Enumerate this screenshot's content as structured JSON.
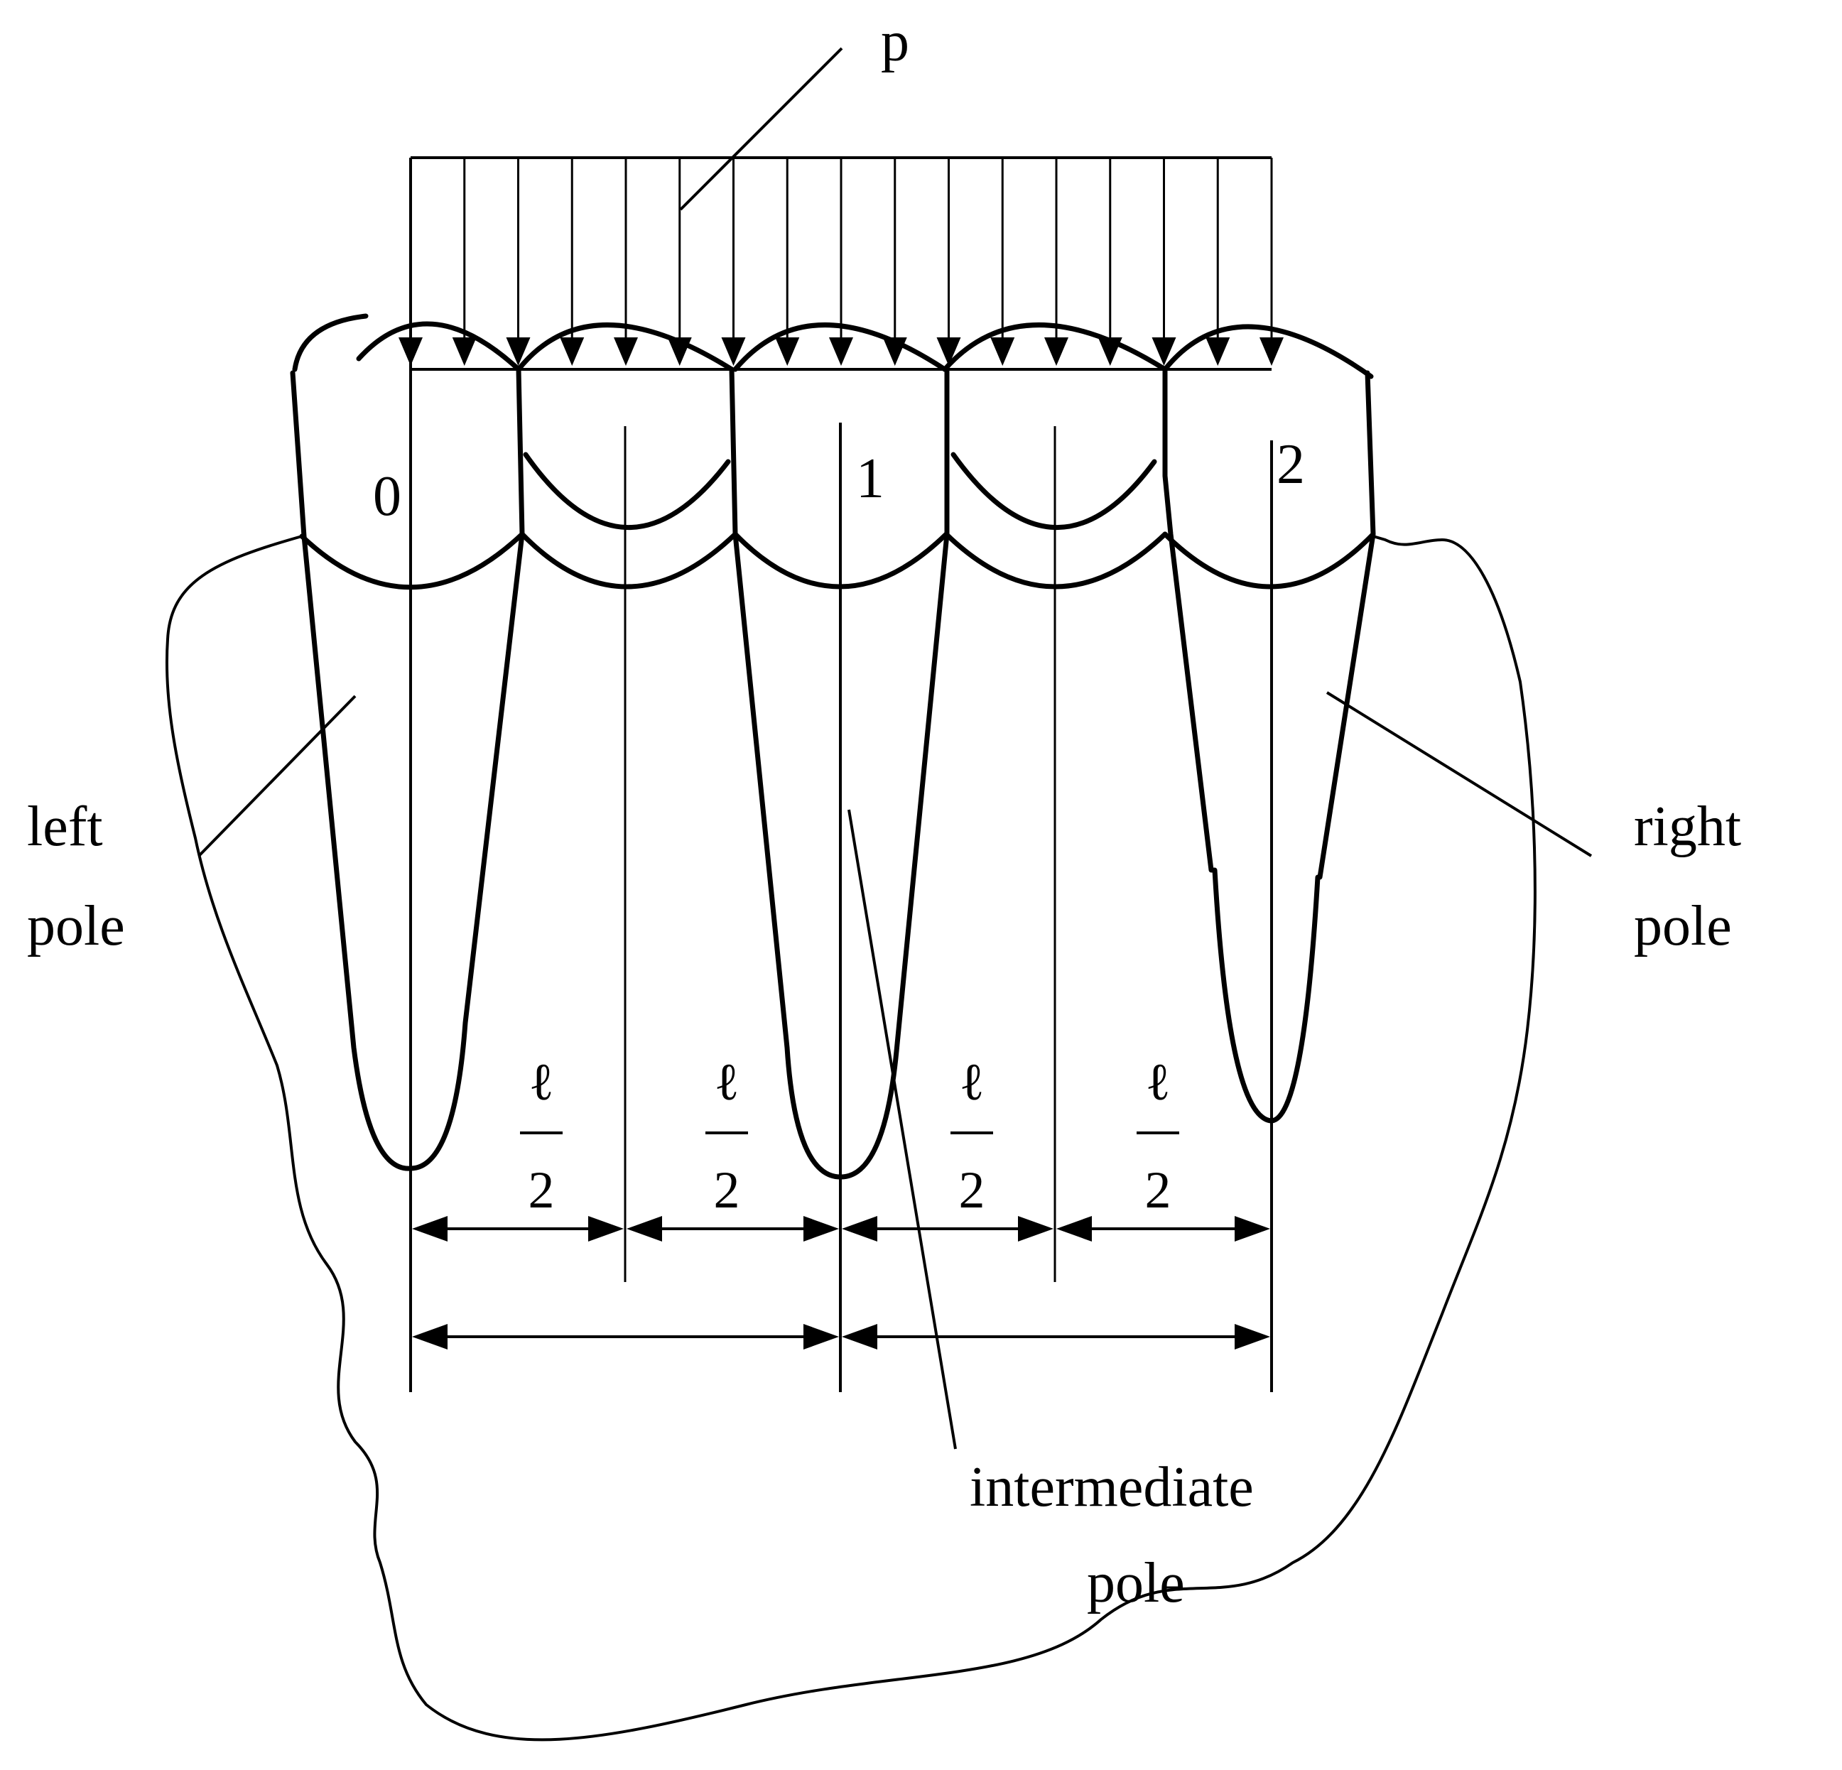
{
  "labels": {
    "load": "p",
    "pole_left_index": "0",
    "pole_mid_index": "1",
    "pole_right_index": "2",
    "left_pole_line1": "left",
    "left_pole_line2": "pole",
    "right_pole_line1": "right",
    "right_pole_line2": "pole",
    "intermediate_line1": "intermediate",
    "intermediate_line2": "pole"
  },
  "dimensions": {
    "half_span_numerator": "ℓ",
    "half_span_denominator": "2",
    "half_span_count": 4,
    "full_span_count": 2
  },
  "load_arrows": {
    "count": 17
  }
}
